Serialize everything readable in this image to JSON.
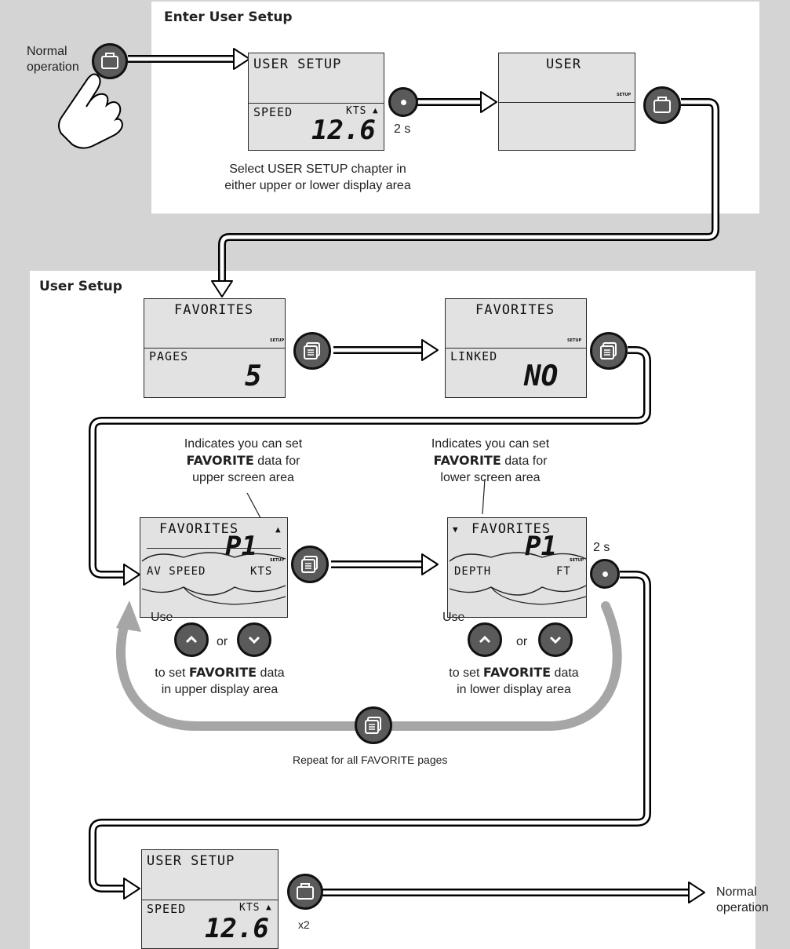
{
  "enter_section": {
    "title": "Enter User Setup",
    "start_label_line1": "Normal",
    "start_label_line2": "operation",
    "lcd1": {
      "top": "USER SETUP",
      "label": "SPEED",
      "unit": "KTS",
      "value": "12.6"
    },
    "hold_time": "2 s",
    "lcd2": {
      "top": "USER",
      "setup_tag": "SETUP"
    },
    "caption_line1": "Select USER SETUP chapter  in",
    "caption_line2": "either upper or lower display area"
  },
  "user_section": {
    "title": "User Setup",
    "lcd_pages": {
      "top": "FAVORITES",
      "label": "PAGES",
      "value": "5",
      "setup_tag": "SETUP"
    },
    "lcd_linked": {
      "top": "FAVORITES",
      "label": "LINKED",
      "value": "NO",
      "setup_tag": "SETUP"
    },
    "note_upper": {
      "line1": "Indicates you can set",
      "bold": "FAVORITE",
      "line2_rest": " data for",
      "line3": "upper screen area"
    },
    "note_lower": {
      "line1": "Indicates you can set",
      "bold": "FAVORITE",
      "line2_rest": " data for",
      "line3": "lower screen area"
    },
    "lcd_fav_upper": {
      "top": "FAVORITES",
      "page": "P1",
      "label": "AV SPEED",
      "unit": "KTS",
      "setup_tag": "SETUP"
    },
    "lcd_fav_lower": {
      "top": "FAVORITES",
      "page": "P1",
      "label": "DEPTH",
      "unit": "FT",
      "setup_tag": "SETUP"
    },
    "hold_time": "2 s",
    "use_upper": {
      "use": "Use",
      "or": "or",
      "line1_pre": "to set ",
      "bold": "FAVORITE",
      "line1_post": "  data",
      "line2": "in upper display area"
    },
    "use_lower": {
      "use": "Use",
      "or": "or",
      "line1_pre": "to set ",
      "bold": "FAVORITE",
      "line1_post": "  data",
      "line2": "in lower display area"
    },
    "repeat_label": "Repeat for all FAVORITE pages",
    "lcd_exit": {
      "top": "USER SETUP",
      "label": "SPEED",
      "unit": "KTS",
      "value": "12.6"
    },
    "exit_count": "x2",
    "end_label_line1": "Normal",
    "end_label_line2": "operation"
  },
  "icons": [
    "power-menu-icon",
    "page-icon",
    "enter-dot-icon",
    "up-arrow-icon",
    "down-arrow-icon",
    "hand-icon"
  ],
  "colors": {
    "background": "#d4d4d4",
    "panel": "#ffffff",
    "lcd": "#e2e2e2",
    "button": "#5a5a5a",
    "loop_arrow": "#a6a6a6"
  }
}
